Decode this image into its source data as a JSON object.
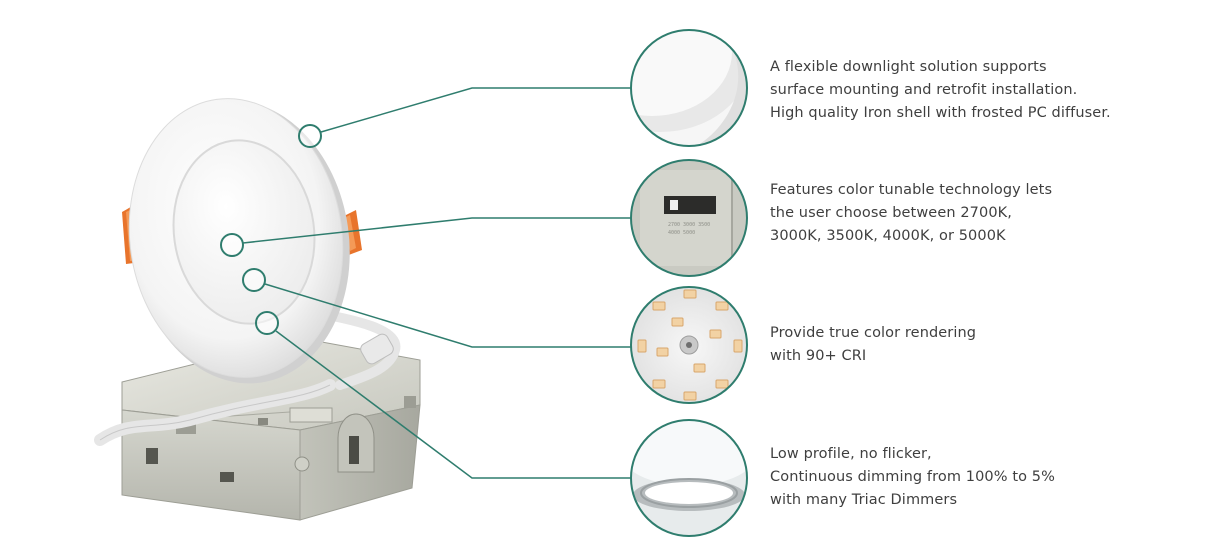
{
  "colors": {
    "accent": "#2f7d6e",
    "text": "#3f3f3f",
    "clip_orange": "#e8742c"
  },
  "features": [
    {
      "icon": "diffuser-closeup-icon",
      "lines": [
        "A flexible downlight solution supports",
        "surface mounting and retrofit installation.",
        "High quality Iron shell with frosted PC diffuser."
      ]
    },
    {
      "icon": "cct-switch-closeup-icon",
      "lines": [
        "Features color tunable technology lets",
        "the user choose between 2700K,",
        "3000K, 3500K, 4000K, or 5000K"
      ]
    },
    {
      "icon": "led-board-closeup-icon",
      "lines": [
        "Provide true color rendering",
        "with 90+ CRI"
      ]
    },
    {
      "icon": "glowing-light-closeup-icon",
      "lines": [
        "Low profile, no flicker,",
        "Continuous dimming from 100% to 5%",
        "with many Triac Dimmers"
      ]
    }
  ]
}
